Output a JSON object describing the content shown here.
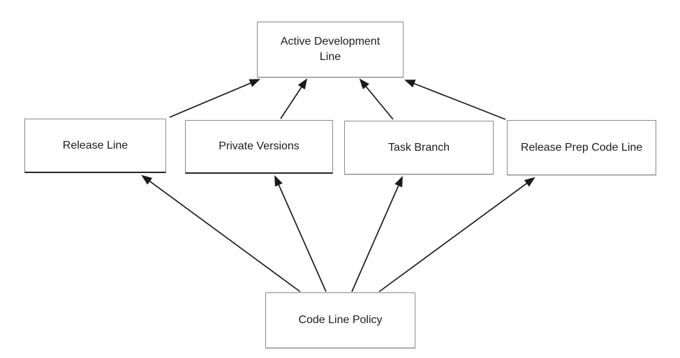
{
  "diagram": {
    "nodes": [
      {
        "id": "active-development-line",
        "label": "Active Development Line"
      },
      {
        "id": "release-line",
        "label": "Release Line"
      },
      {
        "id": "private-versions",
        "label": "Private Versions"
      },
      {
        "id": "task-branch",
        "label": "Task Branch"
      },
      {
        "id": "release-prep-code-line",
        "label": "Release Prep Code Line"
      },
      {
        "id": "code-line-policy",
        "label": "Code Line Policy"
      }
    ],
    "edges": [
      {
        "from": "release-line",
        "to": "active-development-line"
      },
      {
        "from": "private-versions",
        "to": "active-development-line"
      },
      {
        "from": "task-branch",
        "to": "active-development-line"
      },
      {
        "from": "release-prep-code-line",
        "to": "active-development-line"
      },
      {
        "from": "code-line-policy",
        "to": "release-line"
      },
      {
        "from": "code-line-policy",
        "to": "private-versions"
      },
      {
        "from": "code-line-policy",
        "to": "task-branch"
      },
      {
        "from": "code-line-policy",
        "to": "release-prep-code-line"
      }
    ],
    "colors": {
      "background": "#ffffff",
      "box_fill": "#ffffff",
      "box_border": "#8a8a8a",
      "box_border_shadow": "#262626",
      "text": "#1c1c1e",
      "arrow": "#1a1a1a"
    }
  }
}
